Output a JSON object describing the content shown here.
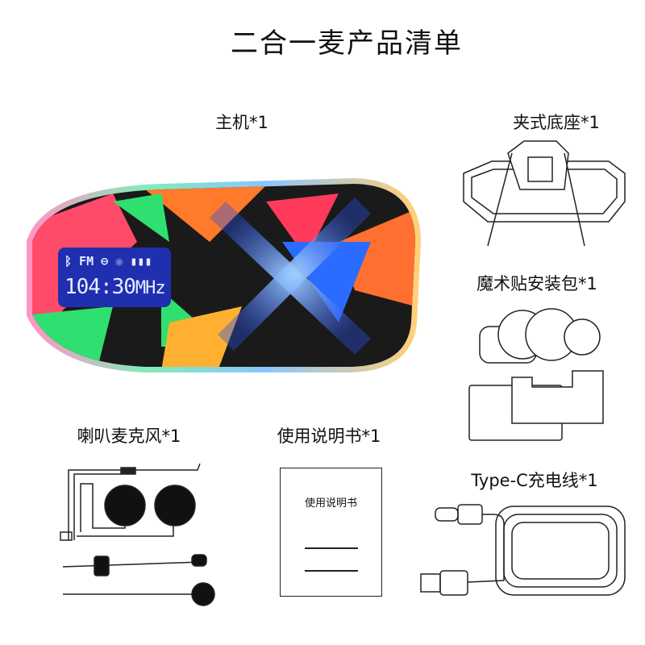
{
  "title": "二合一麦产品清单",
  "items": [
    {
      "label": "主机*1"
    },
    {
      "label": "夹式底座*1"
    },
    {
      "label": "魔术贴安装包*1"
    },
    {
      "label": "喇叭麦克风*1"
    },
    {
      "label": "使用说明书*1"
    },
    {
      "label": "Type-C充电线*1"
    }
  ],
  "lcd": {
    "mode": "FM",
    "frequency": "104:30",
    "unit": "MHz",
    "icons": [
      "bluetooth-icon",
      "link-icon",
      "record-icon",
      "battery-icon"
    ]
  },
  "manual_text": "使用说明书",
  "colors": {
    "lcd": "#1f2fb0",
    "text": "#111111"
  }
}
